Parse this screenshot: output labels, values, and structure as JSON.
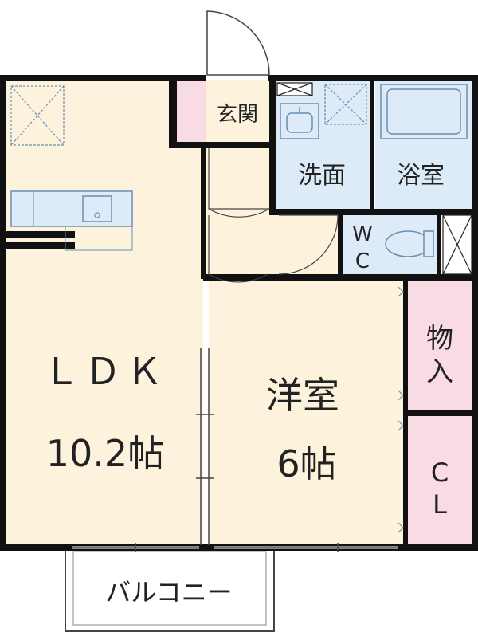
{
  "rooms": {
    "ldk": {
      "label": "ＬＤＫ",
      "size": "10.2帖"
    },
    "western": {
      "label": "洋室",
      "size": "6帖"
    },
    "entrance": {
      "label": "玄関"
    },
    "washroom": {
      "label": "洗面"
    },
    "bathroom": {
      "label": "浴室"
    },
    "wc": {
      "label_top": "W",
      "label_bottom": "C"
    },
    "storage": {
      "label_top": "物",
      "label_bottom": "入"
    },
    "closet": {
      "label_top": "C",
      "label_bottom": "L"
    },
    "balcony": {
      "label": "バルコニー"
    }
  },
  "colors": {
    "room_fill": "#fdf3dd",
    "wet_fill": "#dcebf7",
    "pink_fill": "#f9dce3",
    "wall": "#111111",
    "fixture_stroke": "#6a8fb0"
  }
}
